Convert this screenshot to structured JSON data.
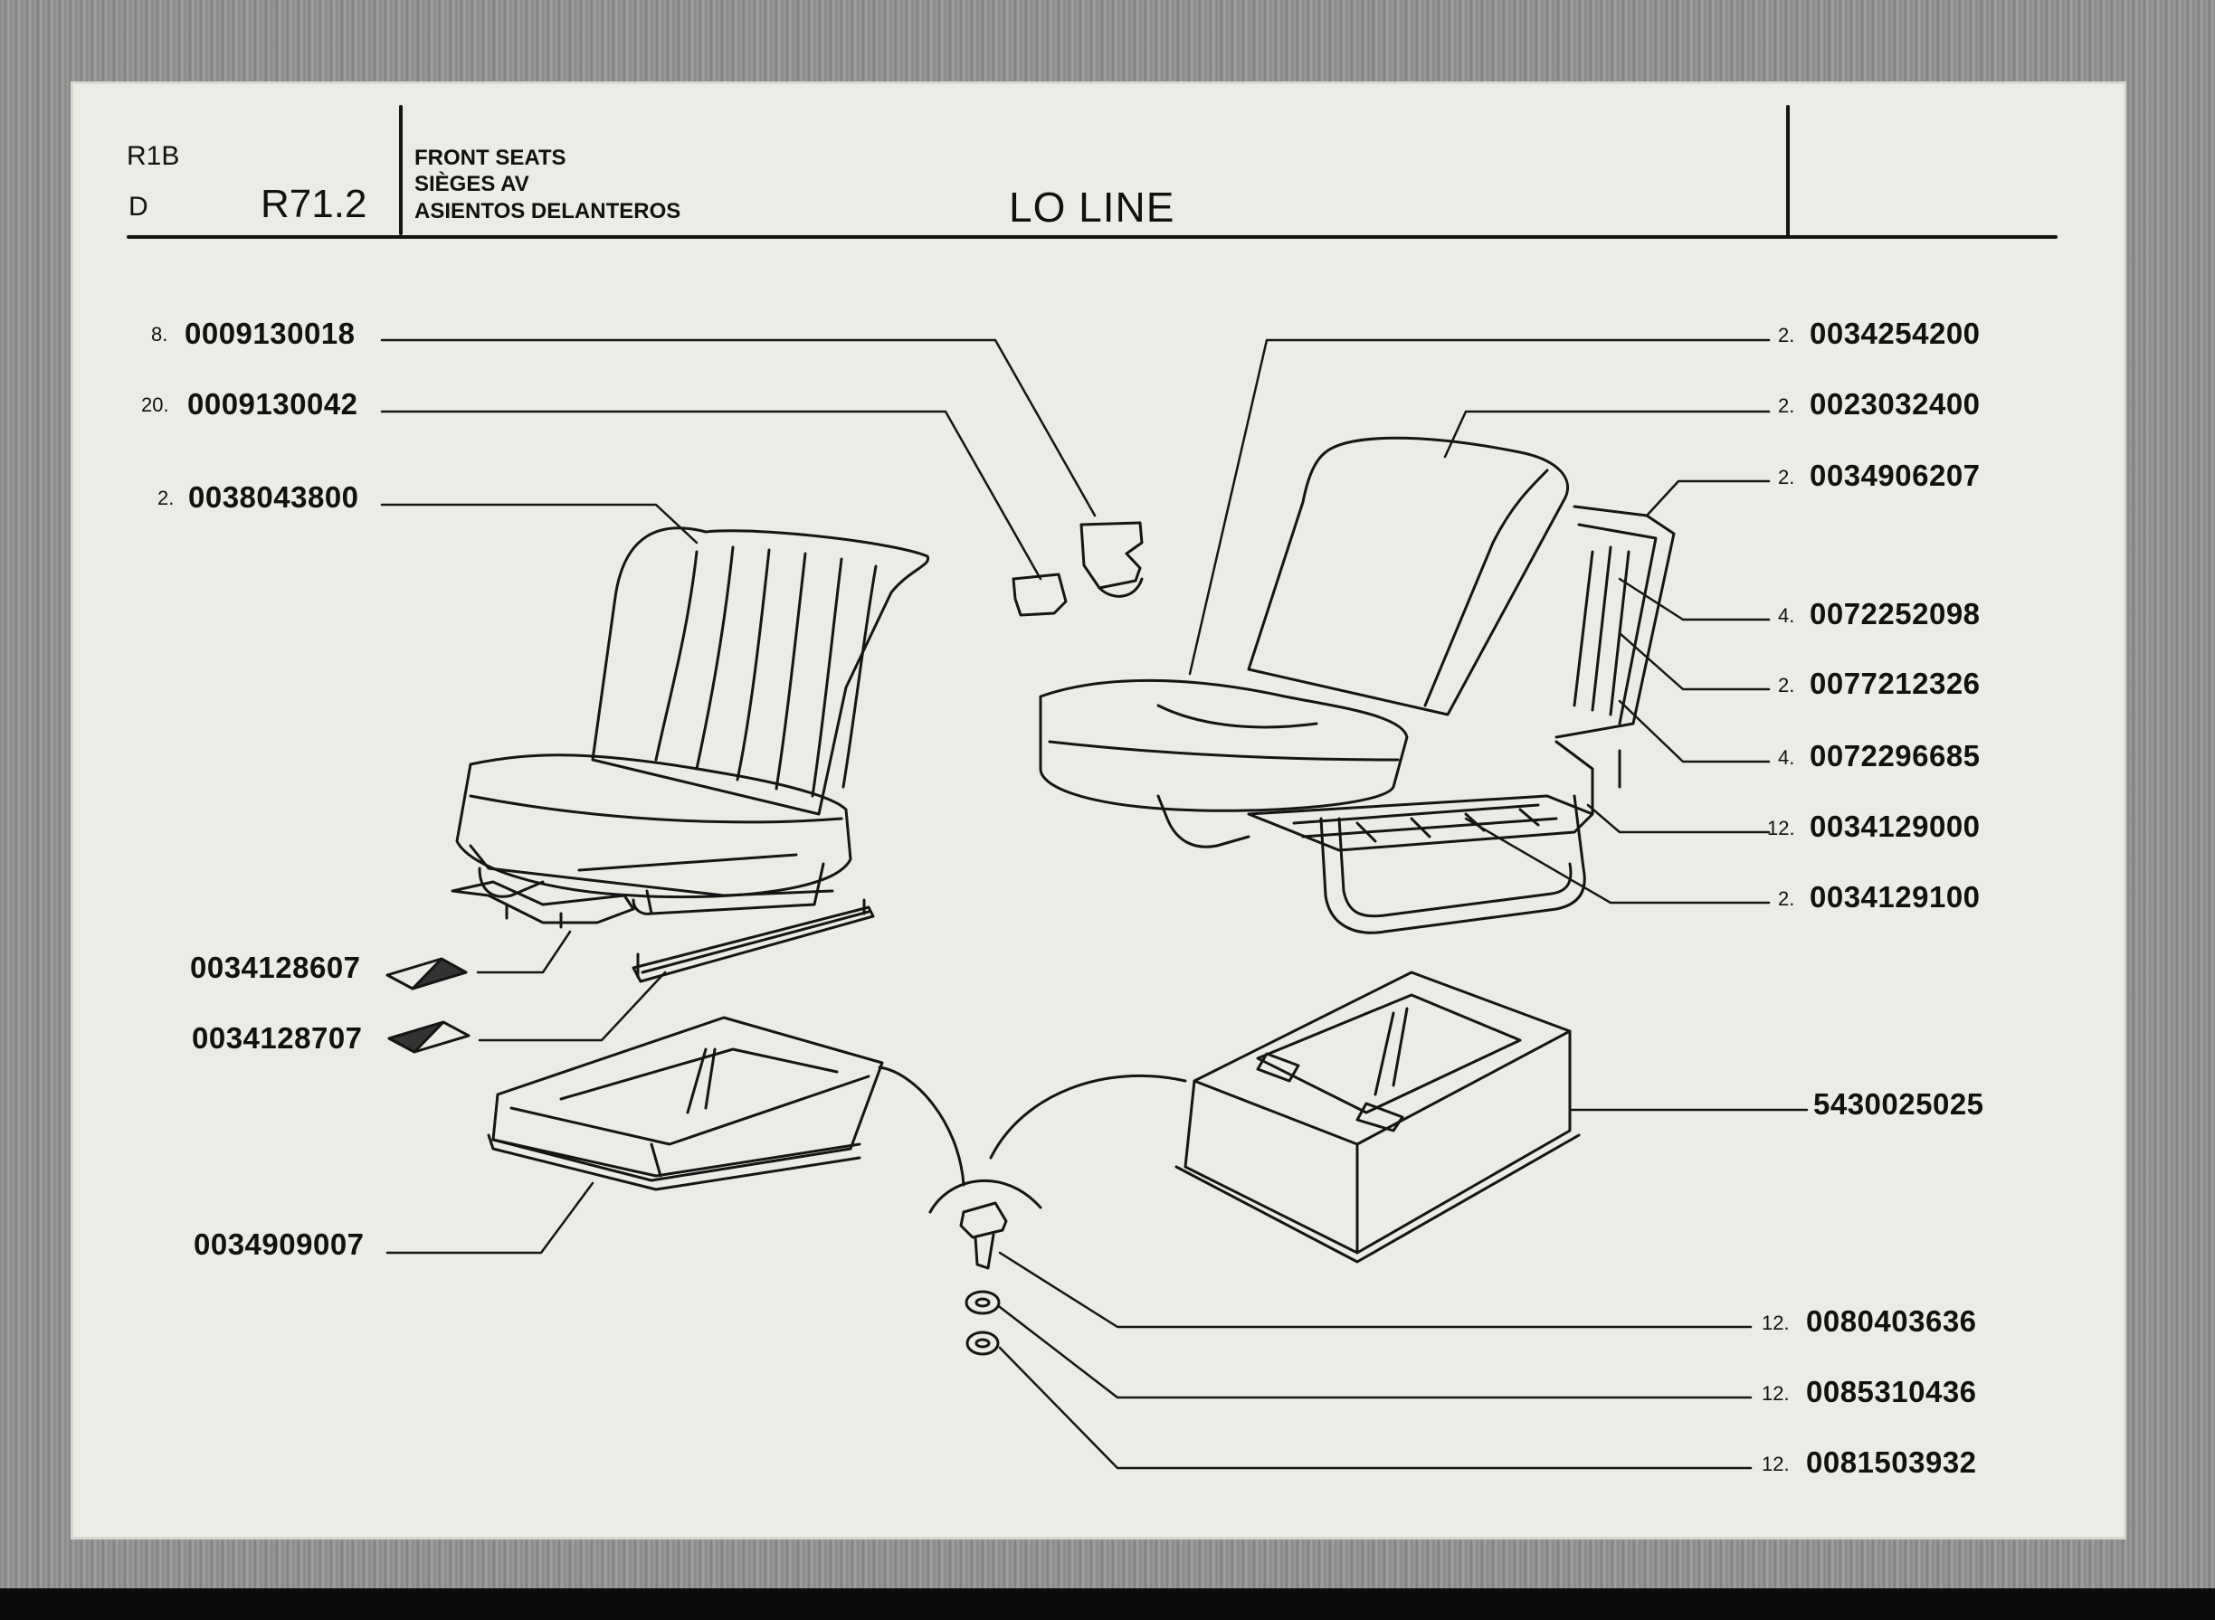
{
  "header": {
    "code_top": "R1B",
    "code_bottom": "D",
    "ref": "R71.2",
    "names": [
      "FRONT SEATS",
      "SIÈGES AV",
      "ASIENTOS DELANTEROS"
    ],
    "version": "LO LINE"
  },
  "parts_left": [
    {
      "qty": "8.",
      "code": "0009130018"
    },
    {
      "qty": "20.",
      "code": "0009130042"
    },
    {
      "qty": "2.",
      "code": "0038043800"
    },
    {
      "qty": "",
      "code": "0034128607"
    },
    {
      "qty": "",
      "code": "0034128707"
    },
    {
      "qty": "",
      "code": "0034909007"
    }
  ],
  "parts_right": [
    {
      "qty": "2.",
      "code": "0034254200"
    },
    {
      "qty": "2.",
      "code": "0023032400"
    },
    {
      "qty": "2.",
      "code": "0034906207"
    },
    {
      "qty": "4.",
      "code": "0072252098"
    },
    {
      "qty": "2.",
      "code": "0077212326"
    },
    {
      "qty": "4.",
      "code": "0072296685"
    },
    {
      "qty": "12.",
      "code": "0034129000"
    },
    {
      "qty": "2.",
      "code": "0034129100"
    },
    {
      "qty": "",
      "code": "5430025025"
    },
    {
      "qty": "12.",
      "code": "0080403636"
    },
    {
      "qty": "12.",
      "code": "0085310436"
    },
    {
      "qty": "12.",
      "code": "0081503932"
    }
  ]
}
